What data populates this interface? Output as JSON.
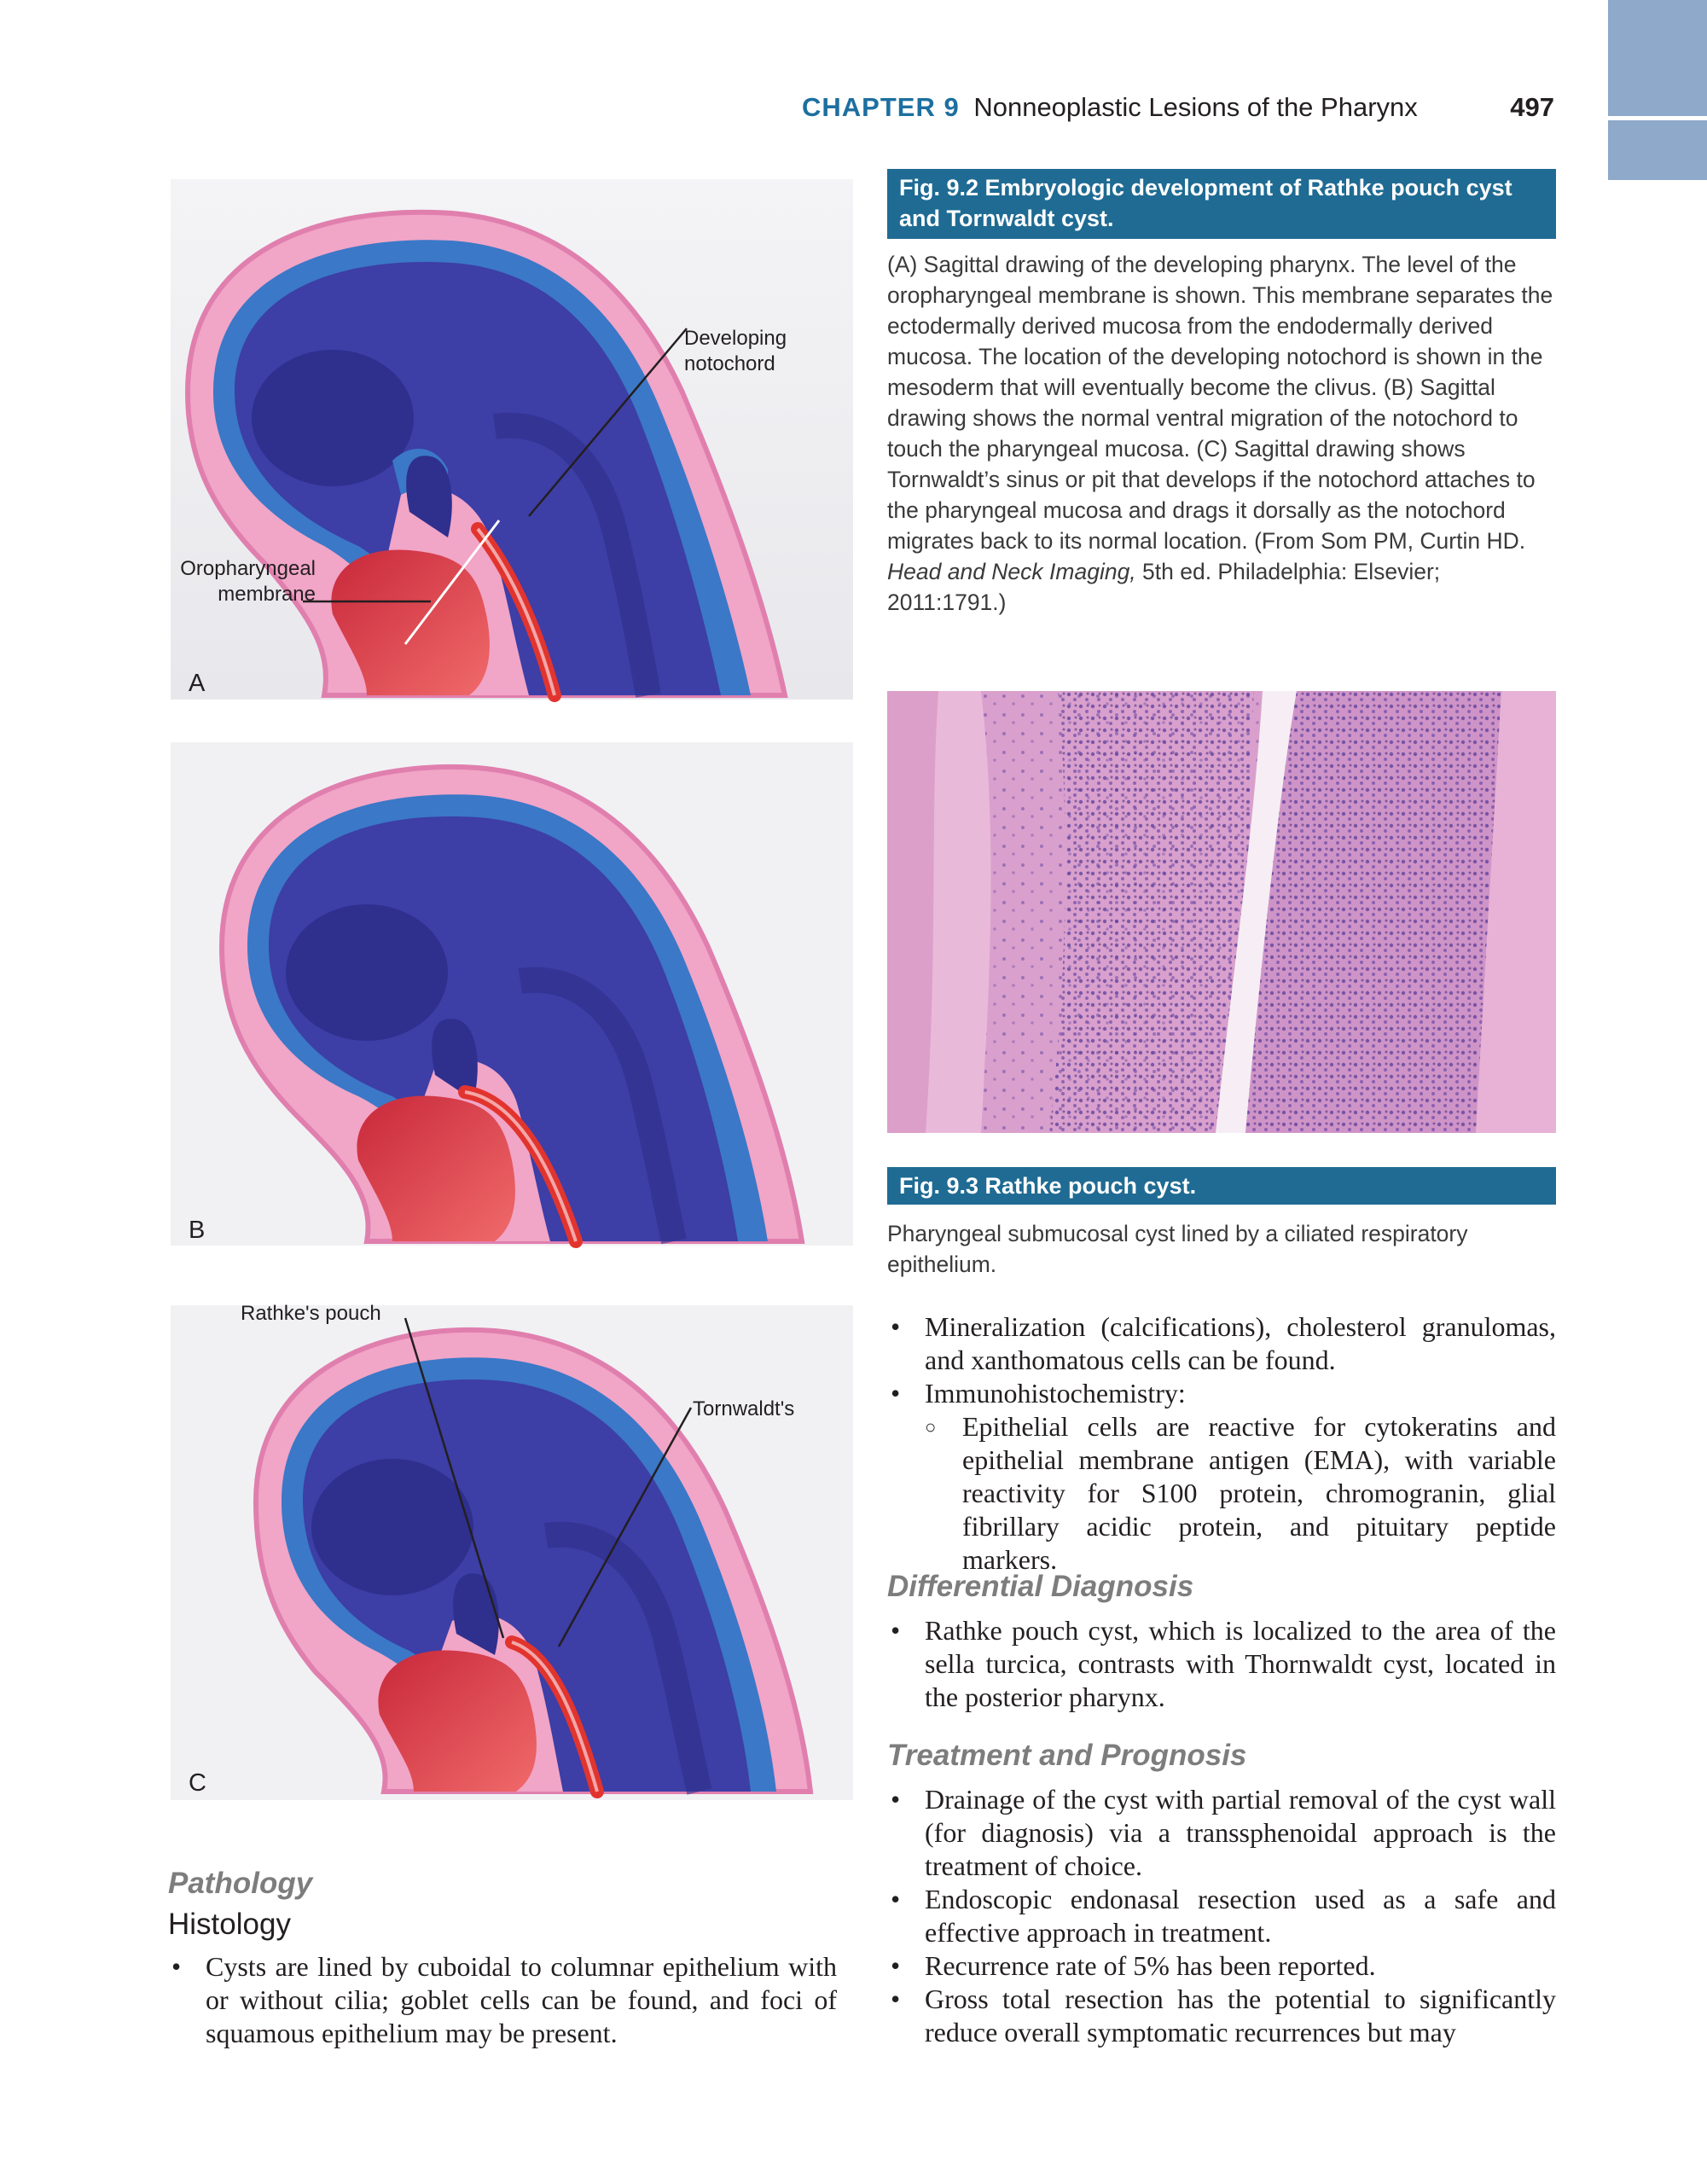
{
  "header": {
    "chapter": "CHAPTER 9",
    "title": "Nonneoplastic Lesions of the Pharynx",
    "page_number": "497"
  },
  "figures": {
    "fig92": {
      "title": "Fig. 9.2  Embryologic development of Rathke pouch cyst and Tornwaldt cyst.",
      "caption_main": "(A) Sagittal drawing of the developing pharynx. The level of the oropharyngeal membrane is shown. This membrane separates the ectodermally derived mucosa from the endodermally derived mucosa. The location of the developing notochord is shown in the mesoderm that will eventually become the clivus. (B) Sagittal drawing shows the normal ventral migration of the notochord to touch the pharyngeal mucosa. (C) Sagittal drawing shows Tornwaldt’s sinus or pit that develops if the notochord attaches to the pharyngeal mucosa and drags it dorsally as the notochord migrates back to its normal location. (From Som PM, Curtin HD. ",
      "caption_italic": "Head and Neck Imaging,",
      "caption_end": " 5th ed. Philadelphia: Elsevier; 2011:1791.)",
      "panel_a": "A",
      "panel_b": "B",
      "panel_c": "C",
      "label_notochord_1": "Developing",
      "label_notochord_2": "notochord",
      "label_oro_1": "Oropharyngeal",
      "label_oro_2": "membrane",
      "label_rathke": "Rathke's pouch",
      "label_tornwaldt": "Tornwaldt's"
    },
    "fig93": {
      "title": "Fig. 9.3  Rathke pouch cyst.",
      "caption": "Pharyngeal submucosal cyst lined by a ciliated respiratory epithelium."
    }
  },
  "right_column": {
    "bullets": [
      "Mineralization (calcifications), cholesterol granulomas, and xanthomatous cells can be found.",
      "Immunohistochemistry:"
    ],
    "sub_bullets": [
      "Epithelial cells are reactive for cytokeratins and epithelial membrane antigen (EMA), with variable reactivity for S100 protein, chromogranin, glial fibrillary acidic protein, and pituitary peptide markers."
    ],
    "differential": {
      "heading": "Differential Diagnosis",
      "bullets": [
        "Rathke pouch cyst, which is localized to the area of the sella turcica, contrasts with Thornwaldt cyst, located in the posterior pharynx."
      ]
    },
    "treatment": {
      "heading": "Treatment and Prognosis",
      "bullets": [
        "Drainage of the cyst with partial removal of the cyst wall (for diagnosis) via a transsphenoidal approach is the treatment of choice.",
        "Endoscopic endonasal resection used as a safe and effective approach in treatment.",
        "Recurrence rate of 5% has been reported.",
        "Gross total resection has the potential to significantly reduce overall symptomatic recurrences but may"
      ]
    }
  },
  "left_column": {
    "pathology_heading": "Pathology",
    "histology_heading": "Histology",
    "bullets": [
      "Cysts are lined by cuboidal to columnar epithelium with or without cilia; goblet cells can be found, and foci of squamous epithelium may be present."
    ]
  },
  "colors": {
    "figure_bar": "#1f6b93",
    "chapter": "#1d6fa0",
    "tab": "#8ea9c9",
    "section_heading": "#7d7d7d"
  }
}
